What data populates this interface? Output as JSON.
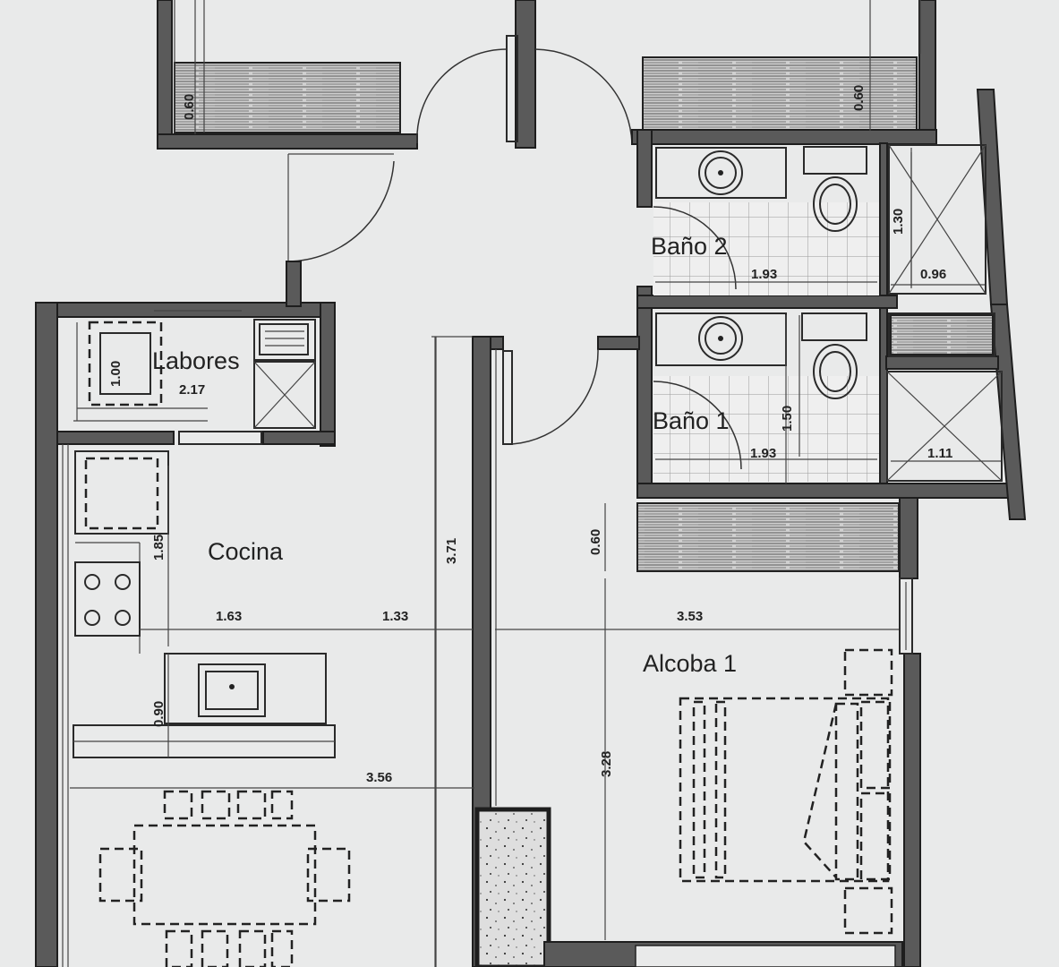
{
  "rooms": {
    "bano2": "Baño 2",
    "bano1": "Baño 1",
    "labores": "Labores",
    "cocina": "Cocina",
    "alcoba1": "Alcoba 1"
  },
  "dimensions": {
    "closet_top_left_depth": "0.60",
    "closet_top_right_depth": "0.60",
    "bano2_shower_depth": "1.30",
    "bano2_width": "1.93",
    "bano2_shower_width": "0.96",
    "labores_depth": "1.00",
    "labores_width": "2.17",
    "bano1_depth": "1.50",
    "bano1_width": "1.93",
    "bano1_shower_width": "1.11",
    "hall_length": "3.71",
    "alcoba_closet_depth": "0.60",
    "cocina_depth": "1.85",
    "cocina_width": "1.63",
    "hall_width": "1.33",
    "alcoba_width": "3.53",
    "alcoba_depth": "3.28",
    "counter_depth": "0.90",
    "dining_width": "3.56"
  },
  "colors": {
    "paper": "#e9eaea",
    "wall_fill": "#5a5a5a",
    "line": "#222222"
  }
}
